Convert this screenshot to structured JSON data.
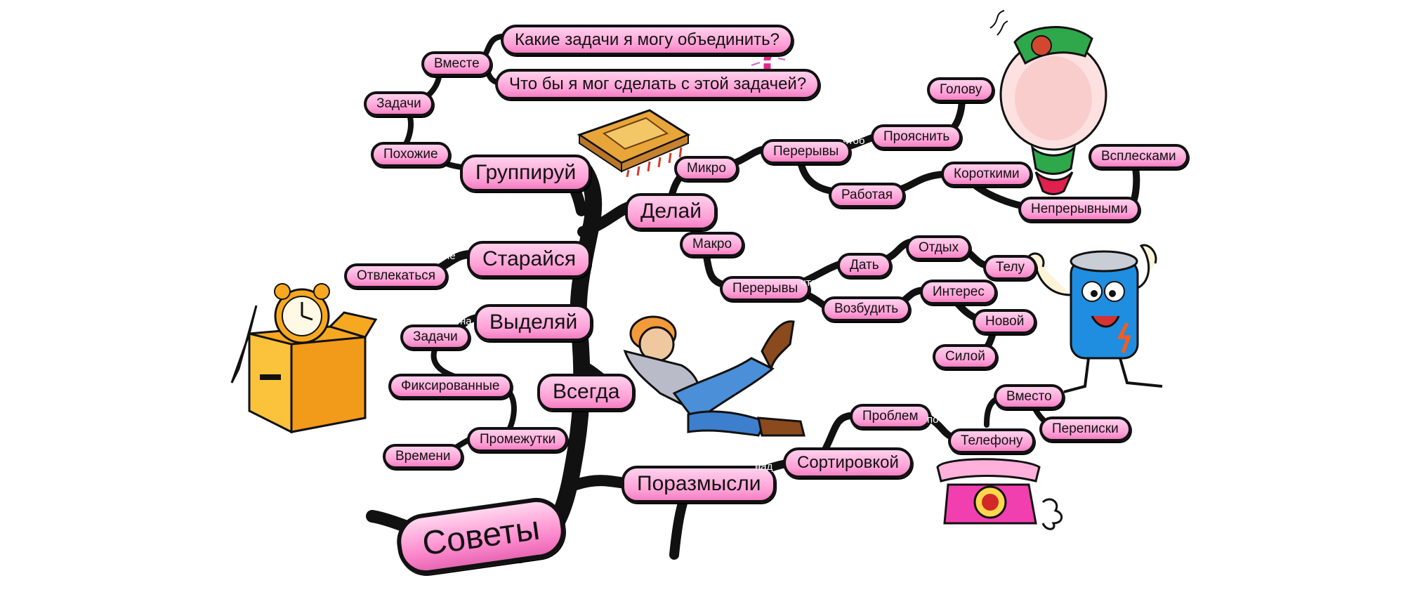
{
  "root": {
    "label": "Советы"
  },
  "main": {
    "group": "Группируй",
    "try": "Старайся",
    "highlight": "Выделяй",
    "always": "Всегда",
    "ponder": "Поразмысли",
    "do": "Делай"
  },
  "group_branch": {
    "similar": "Похожие",
    "tasks": "Задачи",
    "together": "Вместе",
    "question_1": "Какие задачи я могу объединить?",
    "question_2": "Что бы я мог сделать с этой задачей?"
  },
  "try_branch": {
    "connector_not": "не",
    "distract": "Отвлекаться"
  },
  "highlight_branch": {
    "connector_on": "на",
    "tasks": "Задачи",
    "fixed": "Фиксированные",
    "intervals": "Промежутки",
    "time": "Времени"
  },
  "ponder_branch": {
    "connector_over": "над",
    "sorting": "Сортировкой",
    "problems": "Проблем",
    "connector_by": "по",
    "phone": "Телефону",
    "instead": "Вместо",
    "correspondence": "Переписки"
  },
  "do_branch": {
    "micro": "Микро",
    "breaks_1": "Перерывы",
    "connector_so_1": "чтоб",
    "clear": "Прояснить",
    "head": "Голову",
    "working": "Работая",
    "short": "Короткими",
    "continuous": "Непрерывными",
    "bursts": "Всплесками",
    "macro": "Макро",
    "breaks_2": "Перерывы",
    "connector_so_2": "чтоб",
    "give": "Дать",
    "rest": "Отдых",
    "body": "Телу",
    "excite": "Возбудить",
    "interest": "Интерес",
    "new_one": "Новой",
    "force": "Силой"
  },
  "illustrations": [
    "question-mark-icon",
    "microchip-icon",
    "alarm-clock-in-box-icon",
    "resting-worker-icon",
    "head-with-green-hat-icon",
    "battery-character-icon",
    "pink-telephone-icon"
  ],
  "colors": {
    "node_fill": "#ff9fd6",
    "node_border": "#111111",
    "branch": "#111111",
    "background": "#ffffff"
  }
}
